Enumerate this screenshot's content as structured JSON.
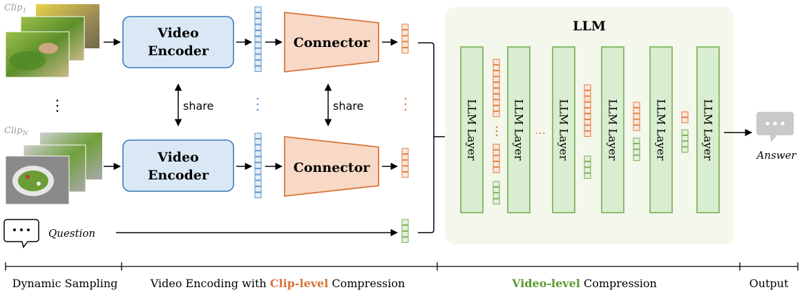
{
  "clips": {
    "first_label": "Clip",
    "first_sub": "1",
    "last_label": "Clip",
    "last_sub": "N",
    "vdots": "⋮"
  },
  "encoder": {
    "label_line1": "Video",
    "label_line2": "Encoder"
  },
  "connector": {
    "label": "Connector"
  },
  "share_label": "share",
  "question_label": "Question",
  "llm": {
    "title": "LLM",
    "layer_label": "LLM Layer",
    "ellipsis": "…"
  },
  "answer_label": "Answer",
  "stages": {
    "s1": "Dynamic Sampling",
    "s2_prefix": "Video Encoding with ",
    "s2_highlight": "Clip-level",
    "s2_suffix": " Compression",
    "s3_highlight": "Video-level",
    "s3_suffix": " Compression",
    "s4": "Output"
  },
  "colors": {
    "encoder_fill": "#dae8f6",
    "encoder_stroke": "#4f87c4",
    "connector_fill": "#f8d9c5",
    "connector_stroke": "#d9733a",
    "llm_bg": "#f3f7ec",
    "layer_fill": "#d9edd0",
    "layer_stroke": "#74ad4f",
    "blue_token": "#5b93cf",
    "orange_token": "#e07b3c",
    "green_token": "#74ad4f",
    "clip_highlight": "#d9733a",
    "video_highlight": "#5a9a2f",
    "answer_icon": "#c9c9c9"
  }
}
